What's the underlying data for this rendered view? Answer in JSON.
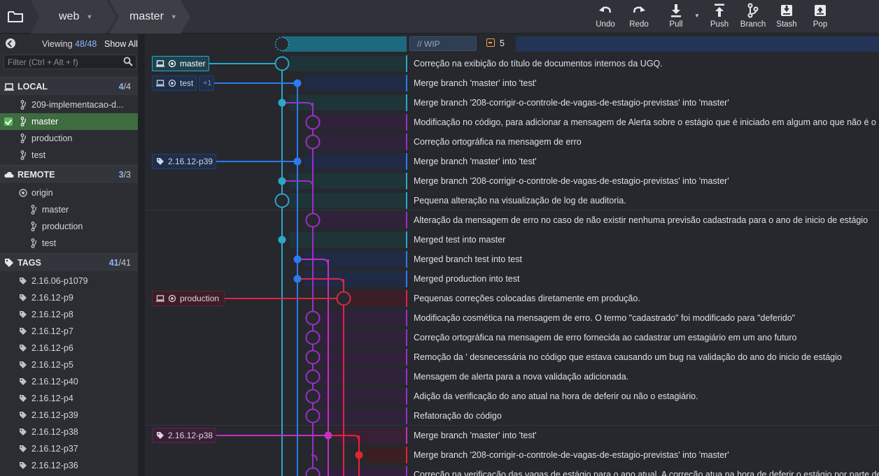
{
  "toolbar": {
    "repo": "web",
    "branch": "master",
    "buttons": {
      "undo": "Undo",
      "redo": "Redo",
      "pull": "Pull",
      "push": "Push",
      "branch": "Branch",
      "stash": "Stash",
      "pop": "Pop"
    }
  },
  "left_panel": {
    "viewing_label": "Viewing",
    "viewing_shown": "48",
    "viewing_total": "48",
    "show_all": "Show All",
    "filter_placeholder": "Filter (Ctrl + Alt + f)",
    "local": {
      "label": "LOCAL",
      "count": "4",
      "total": "4",
      "items": [
        "209-implementacao-d...",
        "master",
        "production",
        "test"
      ],
      "active": "master"
    },
    "remote": {
      "label": "REMOTE",
      "count": "3",
      "total": "3",
      "origin": "origin",
      "items": [
        "master",
        "production",
        "test"
      ]
    },
    "tags": {
      "label": "TAGS",
      "count": "41",
      "total": "41",
      "items": [
        "2.16.06-p1079",
        "2.16.12-p9",
        "2.16.12-p8",
        "2.16.12-p7",
        "2.16.12-p6",
        "2.16.12-p5",
        "2.16.12-p40",
        "2.16.12-p4",
        "2.16.12-p39",
        "2.16.12-p38",
        "2.16.12-p37",
        "2.16.12-p36"
      ]
    }
  },
  "graph": {
    "wip_placeholder": "// WIP",
    "wip_count": "5",
    "refs": {
      "master": "master",
      "test": "test",
      "test_extra": "+1",
      "tag_p39": "2.16.12-p39",
      "production": "production",
      "tag_p38": "2.16.12-p38"
    },
    "commits": [
      "Correção na exibição do título de documentos internos da UGQ.",
      "Merge branch 'master' into 'test'",
      "Merge branch '208-corrigir-o-controle-de-vagas-de-estagio-previstas' into 'master'",
      "Modificação no código, para adicionar a mensagem de Alerta sobre o estágio que é iniciado em algum ano que não é o",
      "Correção ortográfica na mensagem de erro",
      "Merge branch 'master' into 'test'",
      "Merge branch '208-corrigir-o-controle-de-vagas-de-estagio-previstas' into 'master'",
      "Pequena alteração na visualização de log de auditoria.",
      "Alteração da mensagem de erro no caso de não existir nenhuma previsão cadastrada para o ano de inicio de estágio",
      "Merged test into master",
      "Merged branch test into test",
      "Merged production into test",
      "Pequenas correções colocadas diretamente em produção.",
      "Modificação cosmética na mensagem de erro. O termo \"cadastrado\" foi modificado para \"deferido\"",
      "Correção ortográfica na mensagem de erro fornecida ao cadastrar um estagiário em um ano futuro",
      "Remoção da ' desnecessária no código que estava causando um bug na validação do ano do inicio de estágio",
      "Mensagem de alerta para a nova validação adicionada.",
      "Adição da verificação do ano atual na hora de deferir ou não o estagiário.",
      "Refatoração do código",
      "Merge branch 'master' into 'test'",
      "Merge branch '208-corrigir-o-controle-de-vagas-de-estagio-previstas' into 'master'",
      "Correção na verificação das vagas de estágio para o ano atual. A correção atua na hora de deferir o estágio por parte de"
    ],
    "lane_colors": {
      "master": "#2aa8c8",
      "test": "#2a7bf0",
      "feature": "#9b2fc9",
      "magenta": "#c42fc4",
      "production": "#e0244a",
      "red": "#e8222f"
    }
  }
}
